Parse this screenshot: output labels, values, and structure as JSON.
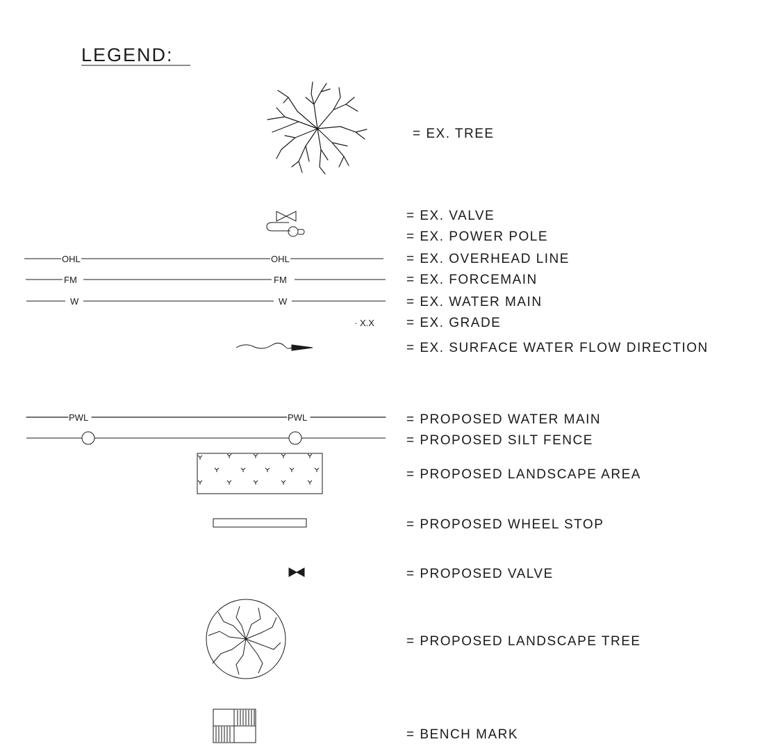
{
  "legend": {
    "title": "LEGEND:",
    "items": [
      {
        "id": "ex-tree",
        "label": "= EX. TREE",
        "symbol": "tree-icon"
      },
      {
        "id": "ex-valve",
        "label": "= EX. VALVE",
        "symbol": "valve-outline-icon"
      },
      {
        "id": "ex-power-pole",
        "label": "= EX. POWER POLE",
        "symbol": "power-pole-icon"
      },
      {
        "id": "ex-overhead-line",
        "label": "= EX. OVERHEAD LINE",
        "symbol": "line",
        "line_tag": "OHL"
      },
      {
        "id": "ex-forcemain",
        "label": "= EX. FORCEMAIN",
        "symbol": "line",
        "line_tag": "FM"
      },
      {
        "id": "ex-water-main",
        "label": "= EX. WATER MAIN",
        "symbol": "line",
        "line_tag": "W"
      },
      {
        "id": "ex-grade",
        "label": "= EX. GRADE",
        "symbol": "grade-dot",
        "grade_text": "· X.X"
      },
      {
        "id": "ex-flow",
        "label": "= EX. SURFACE WATER FLOW DIRECTION",
        "symbol": "wavy-arrow-icon"
      },
      {
        "id": "prop-water-main",
        "label": "= PROPOSED WATER MAIN",
        "symbol": "line",
        "line_tag": "PWL"
      },
      {
        "id": "prop-silt-fence",
        "label": "= PROPOSED SILT FENCE",
        "symbol": "silt-fence"
      },
      {
        "id": "prop-landscape-area",
        "label": "= PROPOSED LANDSCAPE AREA",
        "symbol": "landscape-hatch"
      },
      {
        "id": "prop-wheel-stop",
        "label": "= PROPOSED WHEEL STOP",
        "symbol": "wheel-stop"
      },
      {
        "id": "prop-valve",
        "label": "= PROPOSED VALVE",
        "symbol": "valve-solid-icon"
      },
      {
        "id": "prop-landscape-tree",
        "label": "= PROPOSED LANDSCAPE TREE",
        "symbol": "landscape-tree-icon"
      },
      {
        "id": "bench-mark",
        "label": "= BENCH MARK",
        "symbol": "bench-mark-icon"
      }
    ]
  },
  "colors": {
    "ink": "#1a1a1a",
    "background": "#ffffff"
  }
}
